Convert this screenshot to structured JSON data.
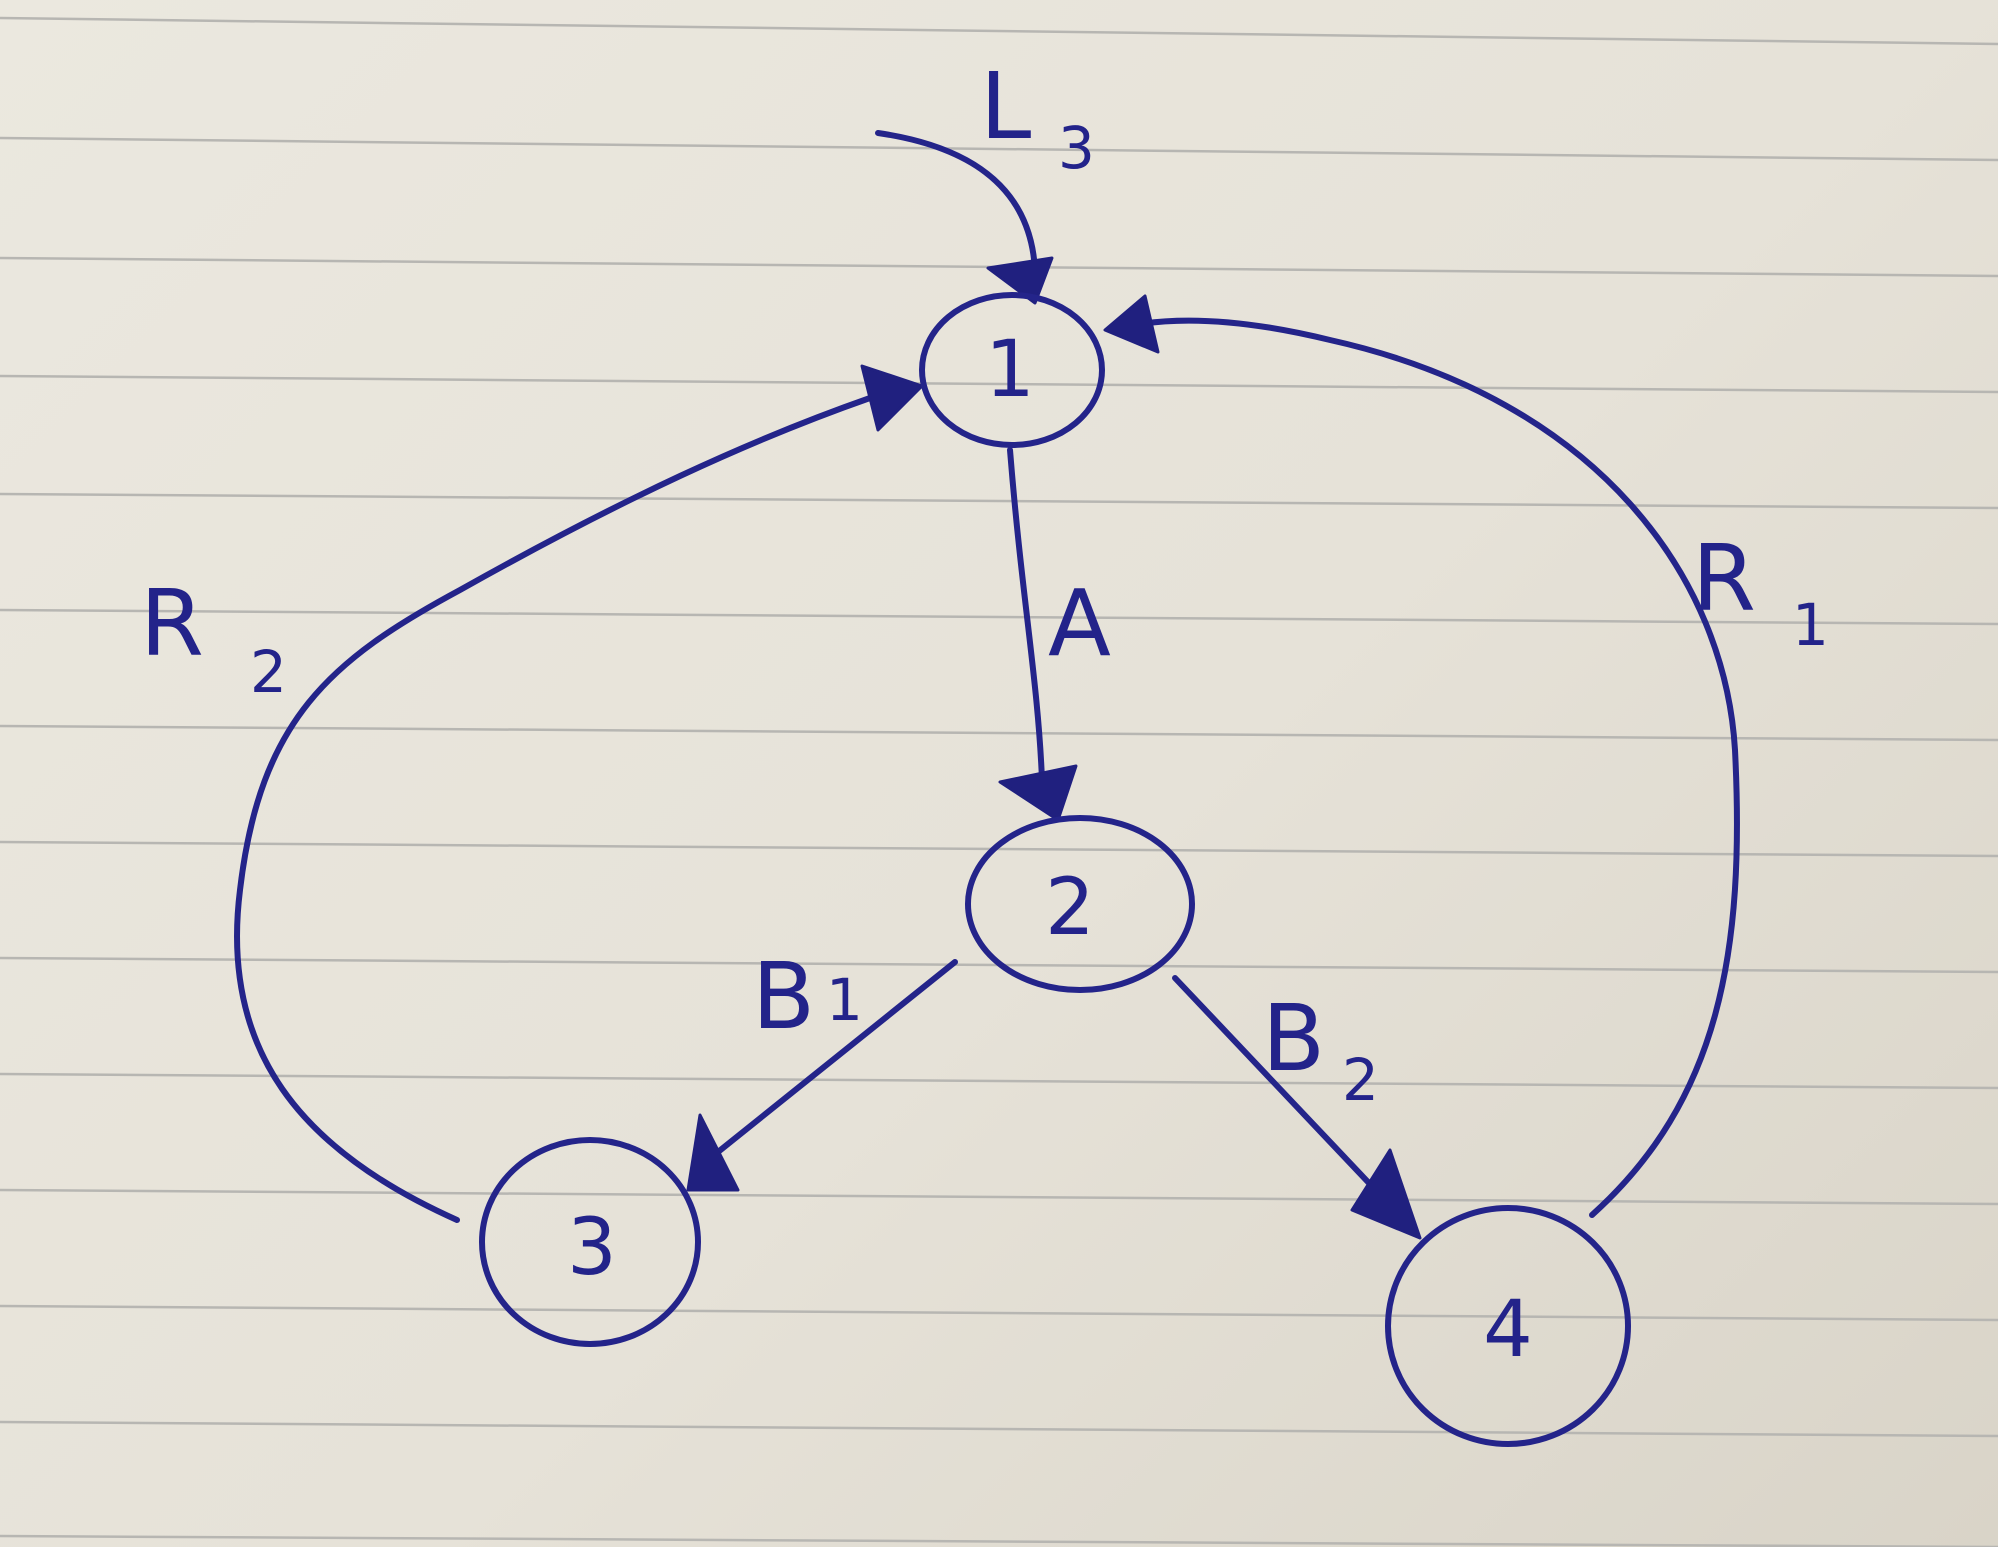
{
  "diagram": {
    "nodes": [
      {
        "id": "1",
        "label": "1"
      },
      {
        "id": "2",
        "label": "2"
      },
      {
        "id": "3",
        "label": "3"
      },
      {
        "id": "4",
        "label": "4"
      }
    ],
    "edges": [
      {
        "from": "",
        "to": "1",
        "label": "L",
        "sub": "3"
      },
      {
        "from": "1",
        "to": "2",
        "label": "A",
        "sub": ""
      },
      {
        "from": "2",
        "to": "3",
        "label": "B",
        "sub": "1"
      },
      {
        "from": "2",
        "to": "4",
        "label": "B",
        "sub": "2"
      },
      {
        "from": "3",
        "to": "1",
        "label": "R",
        "sub": "2"
      },
      {
        "from": "4",
        "to": "1",
        "label": "R",
        "sub": "1"
      }
    ]
  },
  "colors": {
    "ink": "#23238a",
    "paper": "#e9e5dc",
    "ruling": "#b7b6b2"
  }
}
